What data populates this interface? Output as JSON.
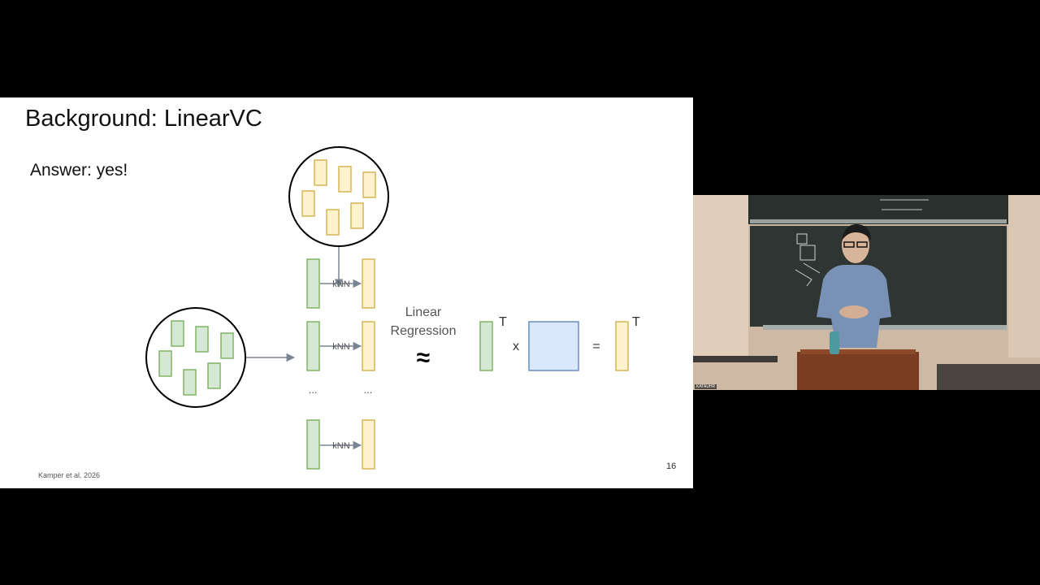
{
  "slide": {
    "title": "Background: LinearVC",
    "subtitle": "Answer: yes!",
    "citation": "Kamper et al. 2026",
    "page_number": "16"
  },
  "diagram": {
    "knn_label": "kNN",
    "ellipsis": "...",
    "regression_line1": "Linear",
    "regression_line2": "Regression",
    "approx_symbol": "≈",
    "transpose_label": "T",
    "times_symbol": "x",
    "equals_symbol": "=",
    "colors": {
      "source_fill": "#d5e8d4",
      "source_stroke": "#82b366",
      "target_fill": "#fff2cc",
      "target_stroke": "#d6b656",
      "matrix_fill": "#dae8fc",
      "matrix_stroke": "#6c8ebf",
      "arrow": "#7a8594"
    }
  },
  "camera": {
    "name_tag": "KATAUHR"
  }
}
